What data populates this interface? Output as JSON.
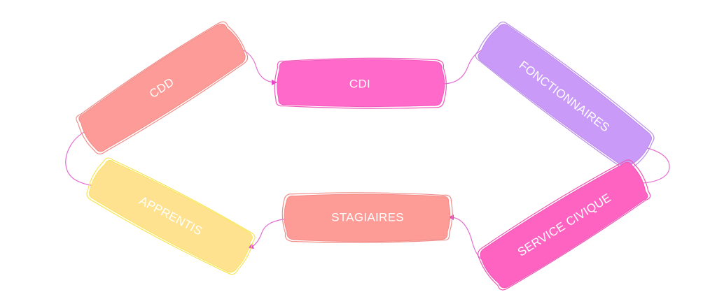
{
  "colors": {
    "connector": "#e46fd2",
    "arrowhead": "#e046c8",
    "label": "#ffffff"
  },
  "nodes": [
    {
      "id": "cdd",
      "label": "CDD",
      "color": "#fc9b97",
      "stroke": "#f28d89"
    },
    {
      "id": "cdi",
      "label": "CDI",
      "color": "#ff69c9",
      "stroke": "#f25cbc"
    },
    {
      "id": "fonctionnaires",
      "label": "FONCTIONNAIRES",
      "color": "#c99af7",
      "stroke": "#bb8cea"
    },
    {
      "id": "service_civique",
      "label": "SERVICE CIVIQUE",
      "color": "#ff63c2",
      "stroke": "#f056b5"
    },
    {
      "id": "stagiaires",
      "label": "STAGIAIRES",
      "color": "#fd9b96",
      "stroke": "#f28c88"
    },
    {
      "id": "apprentis",
      "label": "APPRENTIS",
      "color": "#ffe28f",
      "stroke": "#f8e55d"
    }
  ],
  "edges": [
    {
      "from": "cdd",
      "to": "cdi"
    },
    {
      "from": "cdi",
      "to": "fonctionnaires"
    },
    {
      "from": "fonctionnaires",
      "to": "service_civique"
    },
    {
      "from": "service_civique",
      "to": "stagiaires"
    },
    {
      "from": "stagiaires",
      "to": "apprentis"
    },
    {
      "from": "apprentis",
      "to": "cdd"
    }
  ]
}
